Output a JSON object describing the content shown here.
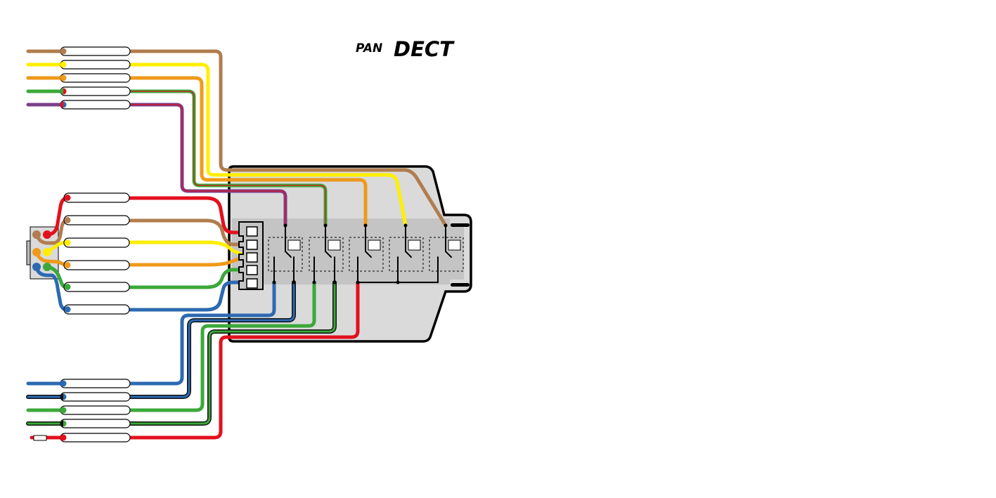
{
  "brand": {
    "logo_part1": "PAN",
    "logo_part2": "DECT"
  },
  "colors": {
    "brown": "#b07d4f",
    "yellow": "#ffee00",
    "orange": "#ee9a1a",
    "green": "#3ba839",
    "red": "#e3101e",
    "blue": "#2c6ab2",
    "violet": "#7b3f8a",
    "black": "#111111",
    "housing": "#dadada",
    "band": "#c4c4c4"
  },
  "wire_groups": [
    {
      "name": "top-input-wires",
      "wires": [
        "brown",
        "yellow",
        "orange",
        "green-red",
        "violet-red"
      ]
    },
    {
      "name": "connector-wires",
      "wires": [
        "red",
        "brown",
        "yellow",
        "orange",
        "green",
        "blue"
      ]
    },
    {
      "name": "bottom-output-wires",
      "wires": [
        "blue",
        "blue-black",
        "green",
        "green-black",
        "red"
      ]
    }
  ],
  "relays": [
    "relay-1",
    "relay-2",
    "relay-3",
    "relay-4",
    "relay-5"
  ]
}
